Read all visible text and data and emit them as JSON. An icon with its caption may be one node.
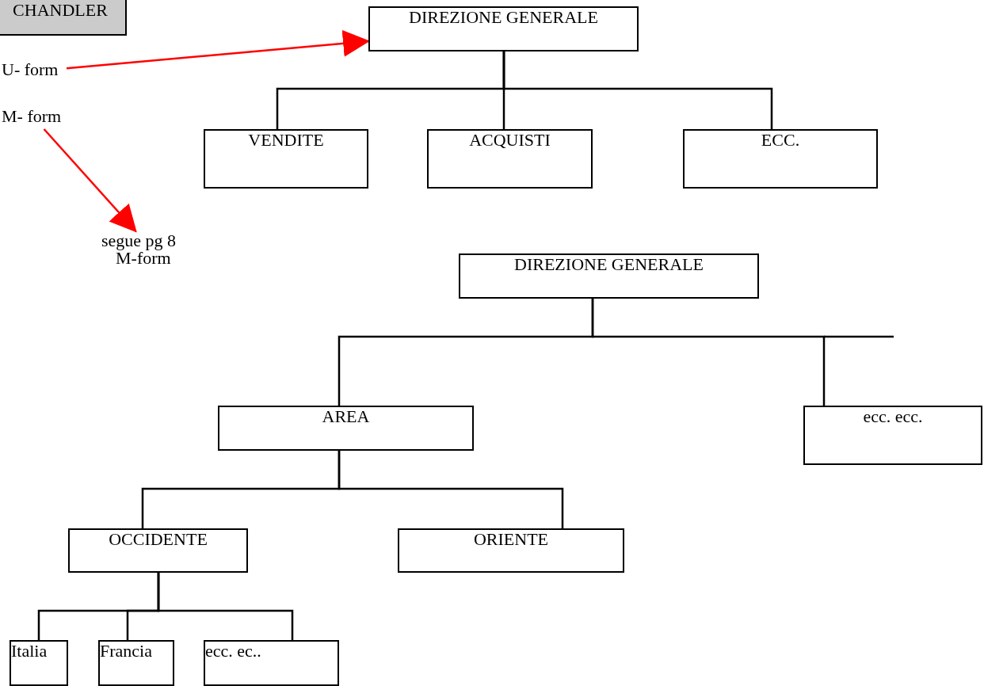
{
  "diagram": {
    "nodes": [
      {
        "text": [
          "CHANDLER"
        ]
      },
      {
        "text": [
          "U- form"
        ]
      },
      {
        "text": [
          "M- form"
        ]
      },
      {
        "text": [
          "DIREZIONE GENERALE"
        ]
      },
      {
        "text": [
          "VENDITE"
        ]
      },
      {
        "text": [
          "ACQUISTI"
        ]
      },
      {
        "text": [
          "ECC."
        ]
      },
      {
        "text": [
          "segue pg 8",
          "M-form"
        ]
      },
      {
        "text": [
          "DIREZIONE GENERALE"
        ]
      },
      {
        "text": [
          "AREA"
        ]
      },
      {
        "text": [
          "ecc. ecc."
        ]
      },
      {
        "text": [
          "OCCIDENTE"
        ]
      },
      {
        "text": [
          "ORIENTE"
        ]
      },
      {
        "text": [
          "Italia"
        ]
      },
      {
        "text": [
          "Francia"
        ]
      },
      {
        "text": [
          "ecc. ec.."
        ]
      }
    ],
    "edges": [
      {
        "from": 1,
        "to": 3,
        "arrow": "to",
        "color": "#ff0000"
      },
      {
        "from": 2,
        "to": 7,
        "arrow": "to",
        "color": "#ff0000"
      },
      {
        "from": 3,
        "to": 4,
        "arrow": "none"
      },
      {
        "from": 3,
        "to": 5,
        "arrow": "none"
      },
      {
        "from": 3,
        "to": 6,
        "arrow": "none"
      },
      {
        "from": 8,
        "to": 9,
        "arrow": "none"
      },
      {
        "from": 8,
        "to": 10,
        "arrow": "none"
      },
      {
        "from": 9,
        "to": 11,
        "arrow": "none"
      },
      {
        "from": 9,
        "to": 12,
        "arrow": "none"
      },
      {
        "from": 11,
        "to": 13,
        "arrow": "none"
      },
      {
        "from": 11,
        "to": 14,
        "arrow": "none"
      },
      {
        "from": 11,
        "to": 15,
        "arrow": "none"
      }
    ]
  }
}
